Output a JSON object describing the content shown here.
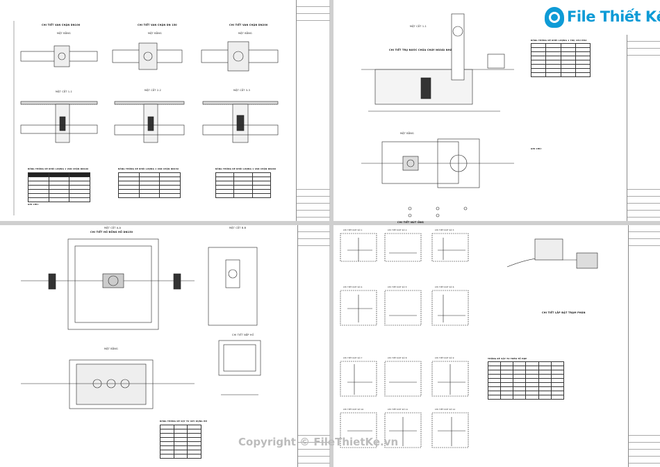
{
  "logo": {
    "text": "File Thiết Kế.vn"
  },
  "watermark": "Copyright © FileThietKe.vn",
  "sheets": {
    "top_left": {
      "titles": [
        "CHI TIẾT VAN CHẶN DN100",
        "CHI TIẾT VAN CHẶN DN 150",
        "CHI TIẾT VAN CHẶN DN200"
      ],
      "sub_titles": [
        "MẶT BẰNG",
        "MẶT BẰNG",
        "MẶT BẰNG"
      ],
      "sections": [
        "MẶT CẮT 1-1",
        "MẶT CẮT 2-2",
        "MẶT CẮT 3-3"
      ],
      "tables": [
        "BẢNG THỐNG KÊ KHỐI LƯỢNG 1 VAN CHẶN DN100",
        "BẢNG THỐNG KÊ KHỐI LƯỢNG 1 VAN CHẶN DN150",
        "BẢNG THỐNG KÊ KHỐI LƯỢNG 1 VAN CHẶN DN200"
      ],
      "notes_label": "GHI CHÚ:"
    },
    "top_right": {
      "title": "CHI TIẾT TRỤ NƯỚC CHỮA CHÁY NGOÀI NHÀ",
      "section": "MẶT CẮT 1-1",
      "plan": "MẶT BẰNG",
      "table": "BẢNG THỐNG KÊ KHỐI LƯỢNG 1 TRỤ CỨU HỎA",
      "notes_label": "GHI CHÚ:"
    },
    "bottom_left": {
      "title": "CHI TIẾT HỐ ĐỒNG HỒ DN150",
      "section_a": "MẶT CẮT A-A",
      "section_b": "MẶT CẮT B-B",
      "plan": "MẶT BẰNG",
      "detail": "CHI TIẾT NẮP HỐ",
      "table": "BẢNG THỐNG KÊ VẬT TƯ XÂY DỰNG HỐ"
    },
    "bottom_right": {
      "title": "CHI TIẾT NÚT ỐNG",
      "anchor_title": "CHI TIẾT LẮP ĐẶT TRẠM PHÂN",
      "table": "THỐNG KÊ VẬT TƯ TRÊN TỔ HỢP",
      "nodes": [
        "CHI TIẾT NÚT SỐ 1",
        "CHI TIẾT NÚT SỐ 2",
        "CHI TIẾT NÚT SỐ 3",
        "CHI TIẾT NÚT SỐ 4",
        "CHI TIẾT NÚT SỐ 5",
        "CHI TIẾT NÚT SỐ 6",
        "CHI TIẾT NÚT SỐ 7",
        "CHI TIẾT NÚT SỐ 8",
        "CHI TIẾT NÚT SỐ 9",
        "CHI TIẾT NÚT SỐ 10",
        "CHI TIẾT NÚT SỐ 11",
        "CHI TIẾT NÚT SỐ 12"
      ]
    }
  },
  "colors": {
    "brand": "#0e9bd6",
    "divider": "#cfcfcf",
    "ink": "#111111"
  }
}
